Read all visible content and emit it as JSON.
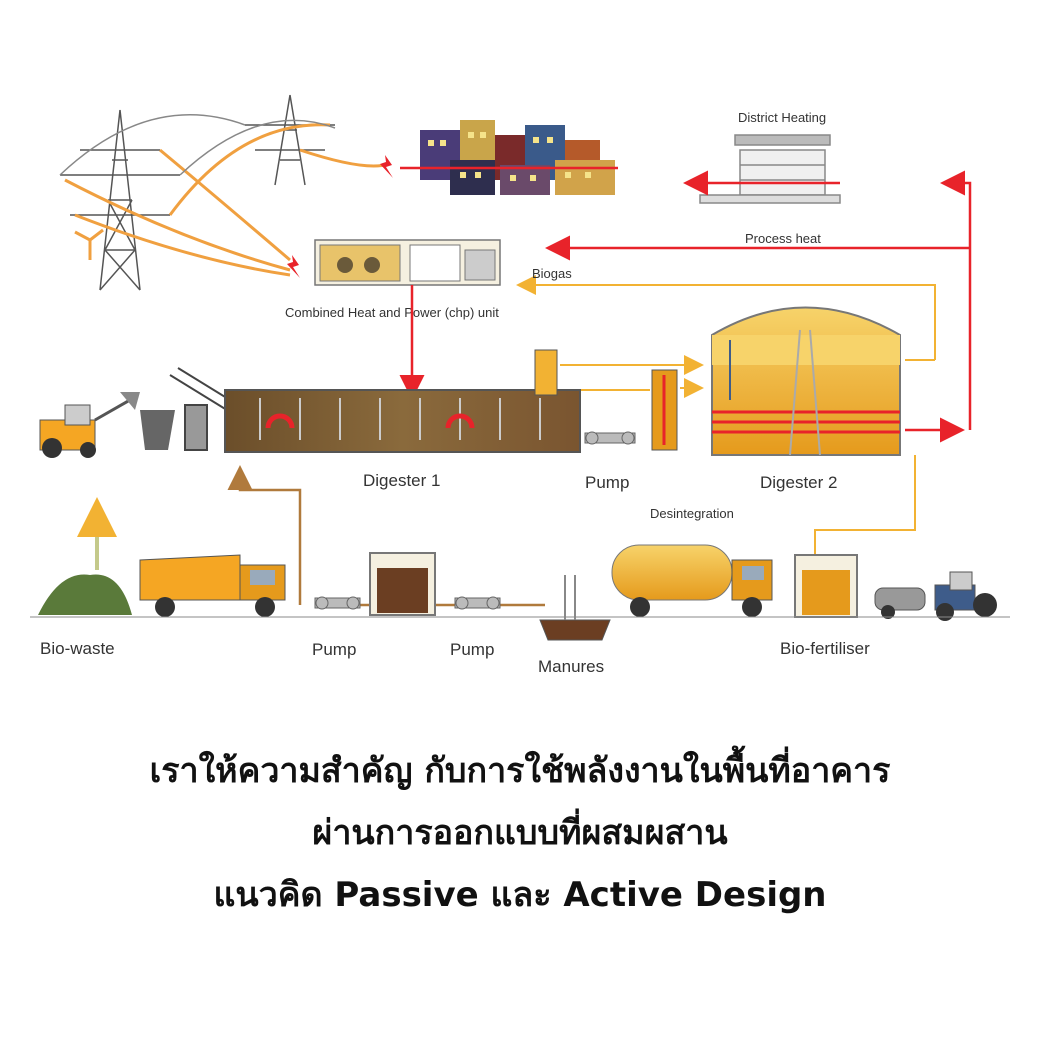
{
  "diagram": {
    "labels": {
      "district_heating": "District Heating",
      "process_heat": "Process heat",
      "biogas": "Biogas",
      "chp_unit": "Combined Heat and Power (chp) unit",
      "digester1": "Digester 1",
      "digester2": "Digester 2",
      "pump_center": "Pump",
      "desintegration": "Desintegration",
      "bio_waste": "Bio-waste",
      "pump_left": "Pump",
      "pump_right": "Pump",
      "manures": "Manures",
      "bio_fertiliser": "Bio-fertiliser"
    },
    "colors": {
      "heat_line": "#e8232a",
      "biogas_line": "#f2b233",
      "substrate_line": "#b07a3c",
      "power_line": "#f0a040",
      "truck_orange": "#f5a623",
      "tractor_blue": "#3e5c8a"
    }
  },
  "caption": {
    "line1": "เราให้ความสำคัญ กับการใช้พลังงานในพื้นที่อาคาร",
    "line2": "ผ่านการออกแบบที่ผสมผสาน",
    "line3": "แนวคิด Passive และ Active Design"
  }
}
